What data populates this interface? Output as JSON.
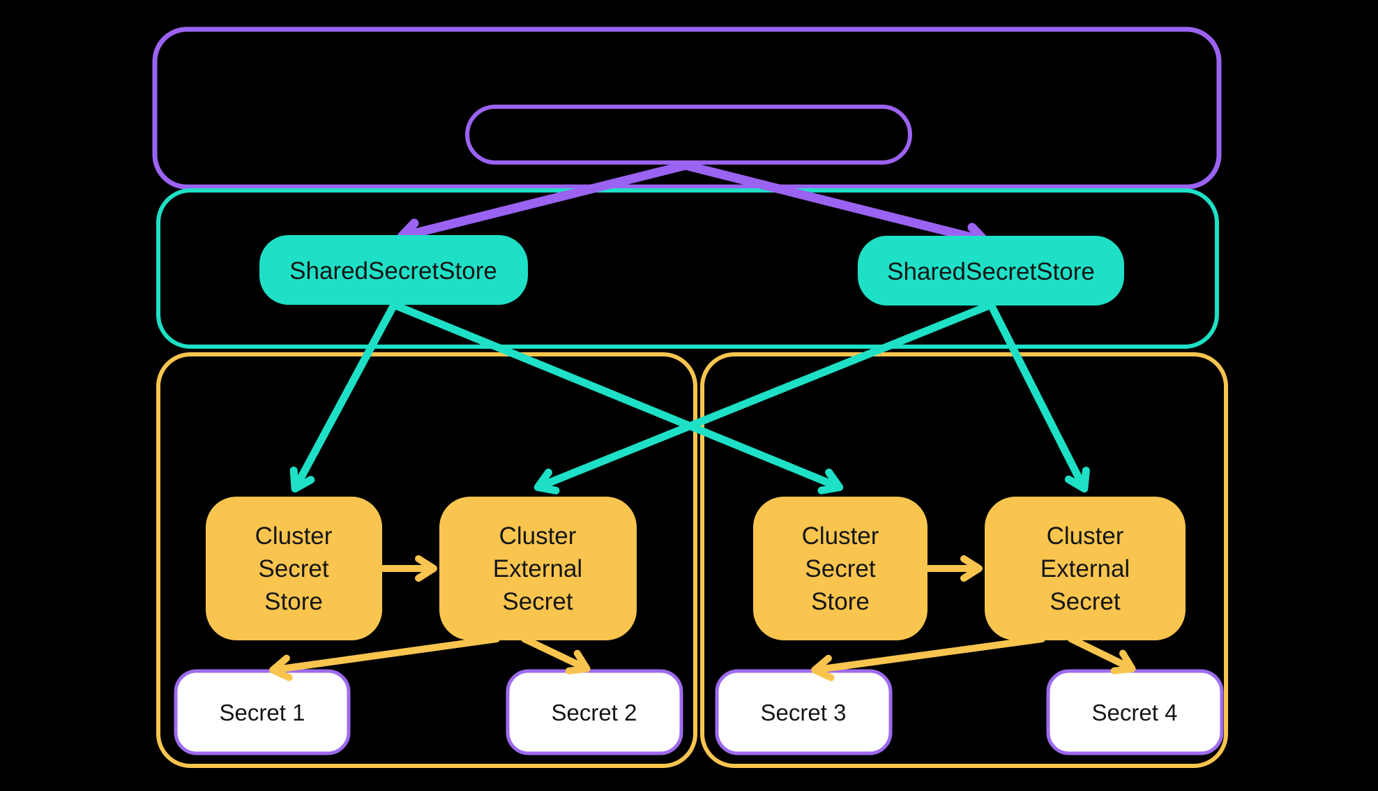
{
  "colors": {
    "background": "#000000",
    "purple": "#9B63F2",
    "teal": "#1EE0C6",
    "yellow": "#F9C54F",
    "secret_border": "#9D6BEE",
    "secret_fill": "#FFFFFF",
    "label_text": "#151515"
  },
  "diagram": {
    "management": {
      "stores": {
        "left": {
          "label": "SharedSecretStore"
        },
        "right": {
          "label": "SharedSecretStore"
        }
      }
    },
    "cluster_left": {
      "secret_store": {
        "line1": "Cluster",
        "line2": "Secret",
        "line3": "Store"
      },
      "external_secret": {
        "line1": "Cluster",
        "line2": "External",
        "line3": "Secret"
      },
      "secret_a": {
        "label": "Secret 1"
      },
      "secret_b": {
        "label": "Secret 2"
      }
    },
    "cluster_right": {
      "secret_store": {
        "line1": "Cluster",
        "line2": "Secret",
        "line3": "Store"
      },
      "external_secret": {
        "line1": "Cluster",
        "line2": "External",
        "line3": "Secret"
      },
      "secret_a": {
        "label": "Secret 3"
      },
      "secret_b": {
        "label": "Secret 4"
      }
    }
  }
}
